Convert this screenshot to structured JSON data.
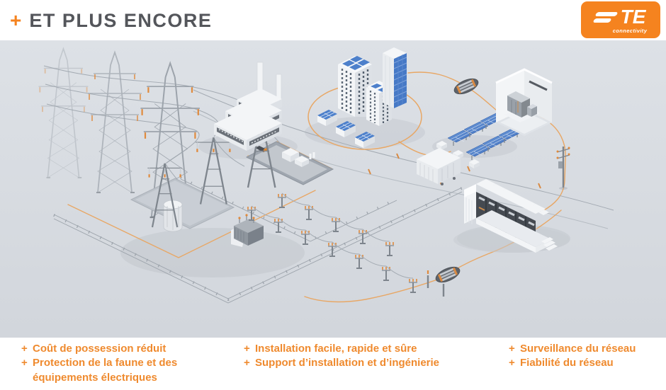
{
  "header": {
    "title_plus": "+",
    "title": "ET PLUS ENCORE"
  },
  "logo": {
    "brand": "TE",
    "subbrand": "connectivity",
    "bg_color": "#F5831F"
  },
  "colors": {
    "accent_orange": "#F5831F",
    "bullet_orange": "#EF8A2E",
    "title_gray": "#54565B",
    "panel_background": "#D8DCE1",
    "route_orange": "#E8A765",
    "solar_blue": "#4A7CC8",
    "window_blue": "#3F6FBE",
    "metal_gray": "#9CA3AB"
  },
  "illustration": {
    "elements": [
      "transmission-towers",
      "power-lines",
      "factory",
      "city-buildings",
      "residential-solar-homes",
      "blue-skyscraper",
      "solar-farm",
      "equipment-shelter",
      "utility-pole",
      "switchgear-container",
      "substation",
      "transformer",
      "cable-joint-pad",
      "connection-route",
      "perimeter-fence",
      "storage-trailer"
    ]
  },
  "footer": {
    "bullet_prefix": "+",
    "columns": [
      {
        "items": [
          "Coût de possession réduit",
          "Protection de la faune et des équipements électriques"
        ]
      },
      {
        "items": [
          "Installation facile, rapide et sûre",
          "Support d’installation et d’ingénierie"
        ]
      },
      {
        "items": [
          "Surveillance du réseau",
          "Fiabilité du réseau"
        ]
      }
    ]
  }
}
